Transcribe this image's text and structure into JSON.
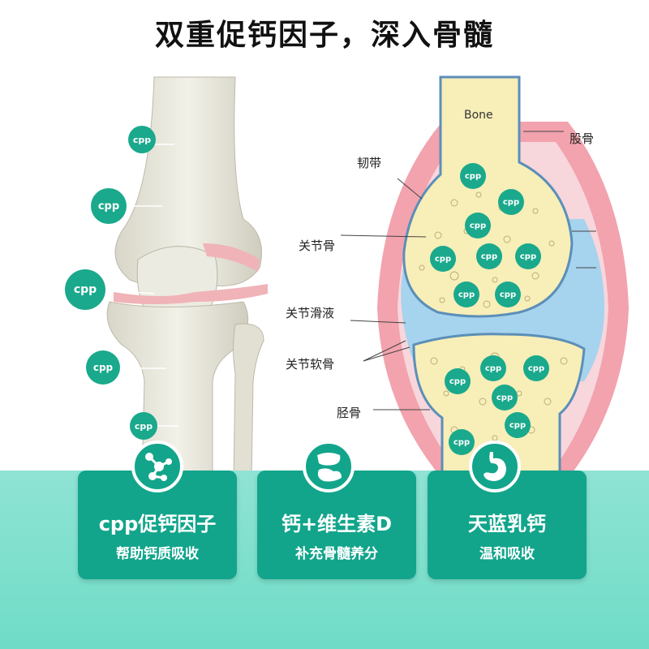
{
  "headline": "双重促钙因子，深入骨髓",
  "cpp_text": "cpp",
  "diagram": {
    "bone_top": "Bone",
    "femur": "股骨",
    "ligament": "韧带",
    "joint_bone": "关节骨",
    "synovial_fluid": "关节滑液",
    "cartilage": "关节软骨",
    "tibia": "胫骨"
  },
  "cards": [
    {
      "title": "cpp促钙因子",
      "subtitle": "帮助钙质吸收",
      "icon": "molecule-icon"
    },
    {
      "title": "钙+维生素D",
      "subtitle": "补充骨髓养分",
      "icon": "bone-joint-icon"
    },
    {
      "title": "天蓝乳钙",
      "subtitle": "温和吸收",
      "icon": "stomach-icon"
    }
  ],
  "colors": {
    "teal": "#12a58b",
    "mint_band": "#7fe0cc",
    "bone": "#f7eeb8",
    "cartilage_blue": "#8ec6e6",
    "capsule_pink": "#f0a6b0"
  }
}
